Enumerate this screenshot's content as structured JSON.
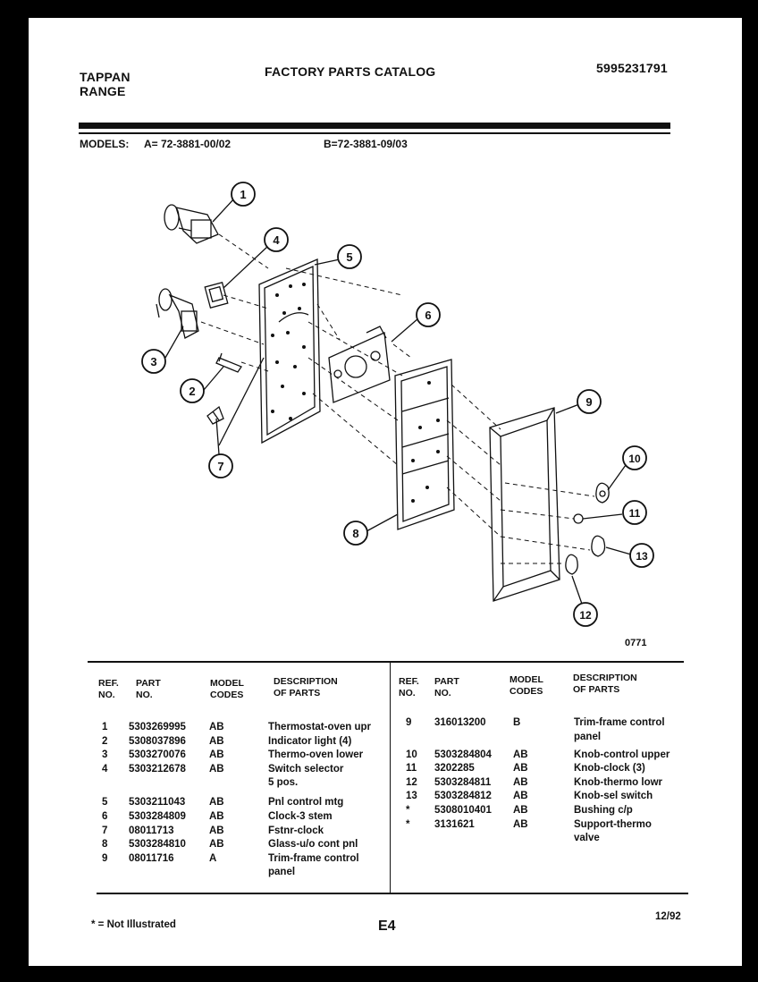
{
  "header": {
    "brand_line1": "TAPPAN",
    "brand_line2": "RANGE",
    "catalog_title": "FACTORY PARTS CATALOG",
    "catalog_number": "5995231791"
  },
  "models": {
    "label": "MODELS:",
    "a": "A= 72-3881-00/02",
    "b": "B=72-3881-09/03"
  },
  "diagram": {
    "code": "0771",
    "callouts": [
      "1",
      "2",
      "3",
      "4",
      "5",
      "6",
      "7",
      "8",
      "9",
      "10",
      "11",
      "12",
      "13"
    ]
  },
  "table": {
    "headers": {
      "ref": [
        "REF.",
        "NO."
      ],
      "part": [
        "PART",
        "NO."
      ],
      "model": [
        "MODEL",
        "CODES"
      ],
      "desc": [
        "DESCRIPTION",
        "OF PARTS"
      ]
    },
    "left_rows": [
      {
        "ref": "1",
        "part": "5303269995",
        "model": "AB",
        "desc": "Thermostat-oven upr"
      },
      {
        "ref": "2",
        "part": "5308037896",
        "model": "AB",
        "desc": "Indicator light (4)"
      },
      {
        "ref": "3",
        "part": "5303270076",
        "model": "AB",
        "desc": "Thermo-oven  lower"
      },
      {
        "ref": "4",
        "part": "5303212678",
        "model": "AB",
        "desc": "Switch selector"
      },
      {
        "ref": "",
        "part": "",
        "model": "",
        "desc": "5 pos."
      },
      {
        "ref": "5",
        "part": "5303211043",
        "model": "AB",
        "desc": "Pnl control mtg"
      },
      {
        "ref": "6",
        "part": "5303284809",
        "model": "AB",
        "desc": "Clock-3 stem"
      },
      {
        "ref": "7",
        "part": "08011713",
        "model": "AB",
        "desc": "Fstnr-clock"
      },
      {
        "ref": "8",
        "part": "5303284810",
        "model": "AB",
        "desc": "Glass-u/o cont pnl"
      },
      {
        "ref": "9",
        "part": "08011716",
        "model": "A",
        "desc": "Trim-frame control"
      },
      {
        "ref": "",
        "part": "",
        "model": "",
        "desc": "panel"
      }
    ],
    "right_rows": [
      {
        "ref": "9",
        "part": "316013200",
        "model": "B",
        "desc": "Trim-frame control"
      },
      {
        "ref": "",
        "part": "",
        "model": "",
        "desc": "panel"
      },
      {
        "ref": "10",
        "part": "5303284804",
        "model": "AB",
        "desc": "Knob-control upper"
      },
      {
        "ref": "11",
        "part": "3202285",
        "model": "AB",
        "desc": "Knob-clock (3)"
      },
      {
        "ref": "12",
        "part": "5303284811",
        "model": "AB",
        "desc": "Knob-thermo lowr"
      },
      {
        "ref": "13",
        "part": "5303284812",
        "model": "AB",
        "desc": "Knob-sel switch"
      },
      {
        "ref": "*",
        "part": "5308010401",
        "model": "AB",
        "desc": "Bushing c/p"
      },
      {
        "ref": "*",
        "part": "3131621",
        "model": "AB",
        "desc": "Support-thermo"
      },
      {
        "ref": "",
        "part": "",
        "model": "",
        "desc": "valve"
      }
    ]
  },
  "footer": {
    "note": "* = Not Illustrated",
    "page": "E4",
    "date": "12/92"
  }
}
